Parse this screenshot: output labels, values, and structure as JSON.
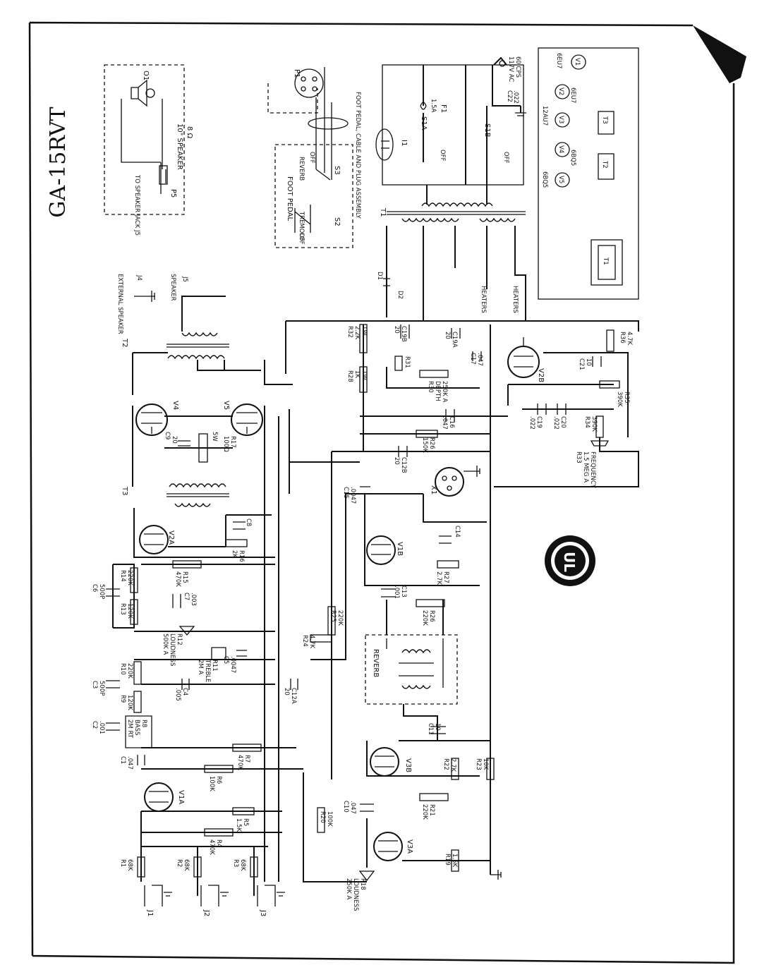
{
  "title": "GA-15RVT",
  "speaker_box": {
    "speaker_label": "10\" SPEAKER",
    "impedance": "8 Ω",
    "jack_label": "TO SPEAKER JACK J5",
    "speaker_id": "O1",
    "plug_id": "P5"
  },
  "foot_pedal": {
    "label": "FOOT PEDAL",
    "tremolo": "TREMOLO",
    "reverb": "REVERB",
    "off1": "OFF",
    "off2": "OFF",
    "s2": "S2",
    "s3": "S3",
    "assembly": "FOOT PEDAL, CABLE AND PLUG ASSEMBLY",
    "plug": "P1"
  },
  "power": {
    "ac_line": "117V AC",
    "cps": "60 CPS",
    "fuse_rating": "1.5A",
    "fuse": "F1",
    "s1a": "S1A",
    "s1b": "S1B",
    "off": "OFF",
    "c22": "C22",
    "c22_val": ".022",
    "lamp": "I1",
    "t1": "T1",
    "d1": "D1",
    "d2": "D2",
    "heaters": "HEATERS"
  },
  "layout_box": {
    "tubes": [
      {
        "id": "V1",
        "type": "6EU7"
      },
      {
        "id": "V2",
        "type": "6EU7"
      },
      {
        "id": "V3",
        "type": "12AU7"
      },
      {
        "id": "V4",
        "type": "6BQ5"
      },
      {
        "id": "V5",
        "type": "6BQ5"
      }
    ],
    "transformers": [
      "T3",
      "T2",
      "T1"
    ]
  },
  "output": {
    "ext_speaker": "EXTERNAL SPEAKER",
    "j4": "J4",
    "speaker": "SPEAKER",
    "j5": "J5",
    "t2": "T2",
    "t3": "T3",
    "v4": "V4",
    "v5": "V5",
    "c9": "C9",
    "c9_val": "20",
    "r17": "R17",
    "r17_val": "100Ω",
    "r17_w": "5W"
  },
  "filter": {
    "r32": "R32",
    "r32_val": "2.2K",
    "r32_w": "1W",
    "c19b": "C19B",
    "c19b_val": "20",
    "c19a": "C19A",
    "c19a_val": "20",
    "r28": "R28",
    "r28_val": "1K",
    "r28_w": "1W",
    "c12b": "C12B",
    "c12b_val": "20",
    "r26": "R26",
    "r26_val": "150K"
  },
  "tremolo": {
    "v2b": "V2B",
    "r36": "R36",
    "r36_val": "4.7K",
    "c21": "C21",
    "c21_val": "10",
    "r35": "R35",
    "r35_val": "390K",
    "r34": "R34",
    "r34_val": "390K",
    "c19": "C19",
    "c19_val": ".022",
    "c20": "C20",
    "c20_val": ".022",
    "r33": "R33",
    "r33_label": "FREQUENCY",
    "r33_val": "1.5 MEG A",
    "c17": "C17",
    "c17_val": ".047",
    "r31": "R31",
    "r30": "R30",
    "r30_label": "DEPTH",
    "r30_val": "250K A",
    "c16": "C16",
    "c16_val": ".047"
  },
  "reverb": {
    "x1": "X1",
    "c15": "C15",
    "c15_val": ".0047",
    "v1b": "V1B",
    "c14": "C14",
    "r27": "R27",
    "r27_val": "2.7K",
    "c13": "C13",
    "c13_val": ".001",
    "r26b": "R26",
    "r26b_val": "220K",
    "reverb_label": "REVERB",
    "c11": "C11",
    "c11_val": "10",
    "r25": "R25",
    "r25_val": "220K",
    "r24": "R24",
    "r24_val": "4.7K"
  },
  "preamp": {
    "v2a": "V2A",
    "c8": "C8",
    "r16": "R16",
    "r16_val": "2K",
    "r15": "R15",
    "r15_val": "470K",
    "r14": "R14",
    "r14_val": "220K",
    "c6": "C6",
    "c6_val": "500P",
    "r13": "R13",
    "r13_val": "120K",
    "c7": "C7",
    "c7_val": ".003",
    "r12": "R12",
    "r12_label": "LOUDNESS",
    "r12_val": "500K A",
    "c5": "C5",
    "c5_val": ".0047",
    "r11": "R11",
    "r11_label": "TREBLE",
    "r11_val": "2M A",
    "r10": "R10",
    "r10_val": "220K",
    "c3": "C3",
    "c3_val": "500P",
    "c4": "C4",
    "c4_val": ".005",
    "r9": "R9",
    "r9_val": "120K",
    "c2": "C2",
    "c2_val": ".001",
    "r8": "R8",
    "r8_label": "BASS",
    "r8_val": "2M RT",
    "c12a": "C12A",
    "c12a_val": "20",
    "c1": "C1",
    "c1_val": ".047",
    "r7": "R7",
    "r7_val": "470K",
    "r6": "R6",
    "r6_val": "100K",
    "v1a": "V1A",
    "r5": "R5",
    "r5_val": "1.5K",
    "r4": "R4",
    "r4_val": "470K",
    "r1": "R1",
    "r1_val": "68K",
    "r2": "R2",
    "r2_val": "68K",
    "r3": "R3",
    "r3_val": "68K",
    "j1": "J1",
    "j2": "J2",
    "j3": "J3",
    "v3b": "V3B",
    "r22": "R22",
    "r22_val": "2.7K",
    "r23": "R23",
    "r23_val": "10K",
    "r21": "R21",
    "r21_val": "220K",
    "c10": "C10",
    "c10_val": ".047",
    "r20": "R20",
    "r20_val": "100K",
    "v3a": "V3A",
    "r19": "R19",
    "r19_val": "1.5K",
    "r18": "R18",
    "r18_label": "LOUDNESS",
    "r18_val": "250K A"
  },
  "ul_mark": "UL"
}
